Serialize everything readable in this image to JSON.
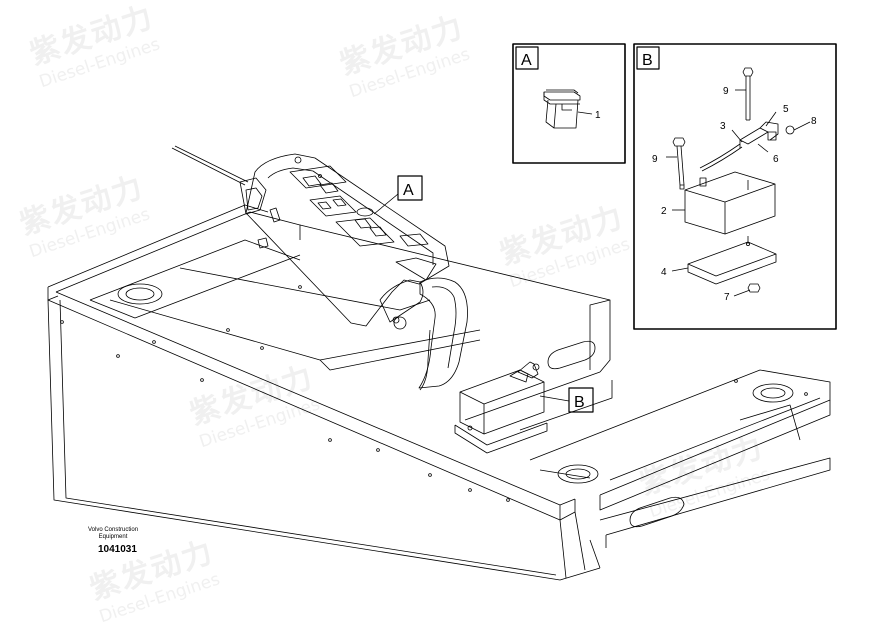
{
  "watermark": {
    "chinese": "紫发动力",
    "english": "Diesel-Engines"
  },
  "callouts": {
    "a": "A",
    "b": "B"
  },
  "detail_a": {
    "title": "A",
    "parts": [
      "1"
    ]
  },
  "detail_b": {
    "title": "B",
    "parts": [
      "9",
      "5",
      "3",
      "8",
      "9",
      "6",
      "2",
      "4",
      "7"
    ]
  },
  "footer": {
    "manufacturer_line1": "Volvo Construction",
    "manufacturer_line2": "Equipment",
    "document_number": "1041031"
  }
}
